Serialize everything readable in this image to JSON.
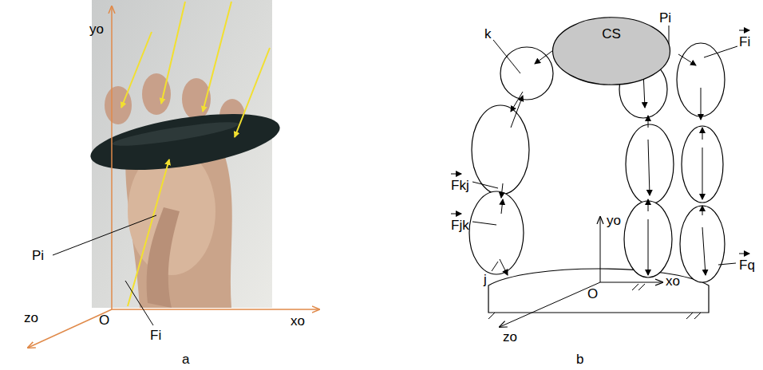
{
  "diagram": {
    "nodes": [
      {
        "text": [
          "CS"
        ]
      }
    ],
    "labels": [
      "yo",
      "Pi",
      "O",
      "Fi",
      "xo",
      "zo",
      "a",
      "k",
      "Pi",
      "Fi",
      "Fkj",
      "Fjk",
      "j",
      "yo",
      "O",
      "xo",
      "zo",
      "Fq",
      "b"
    ]
  }
}
